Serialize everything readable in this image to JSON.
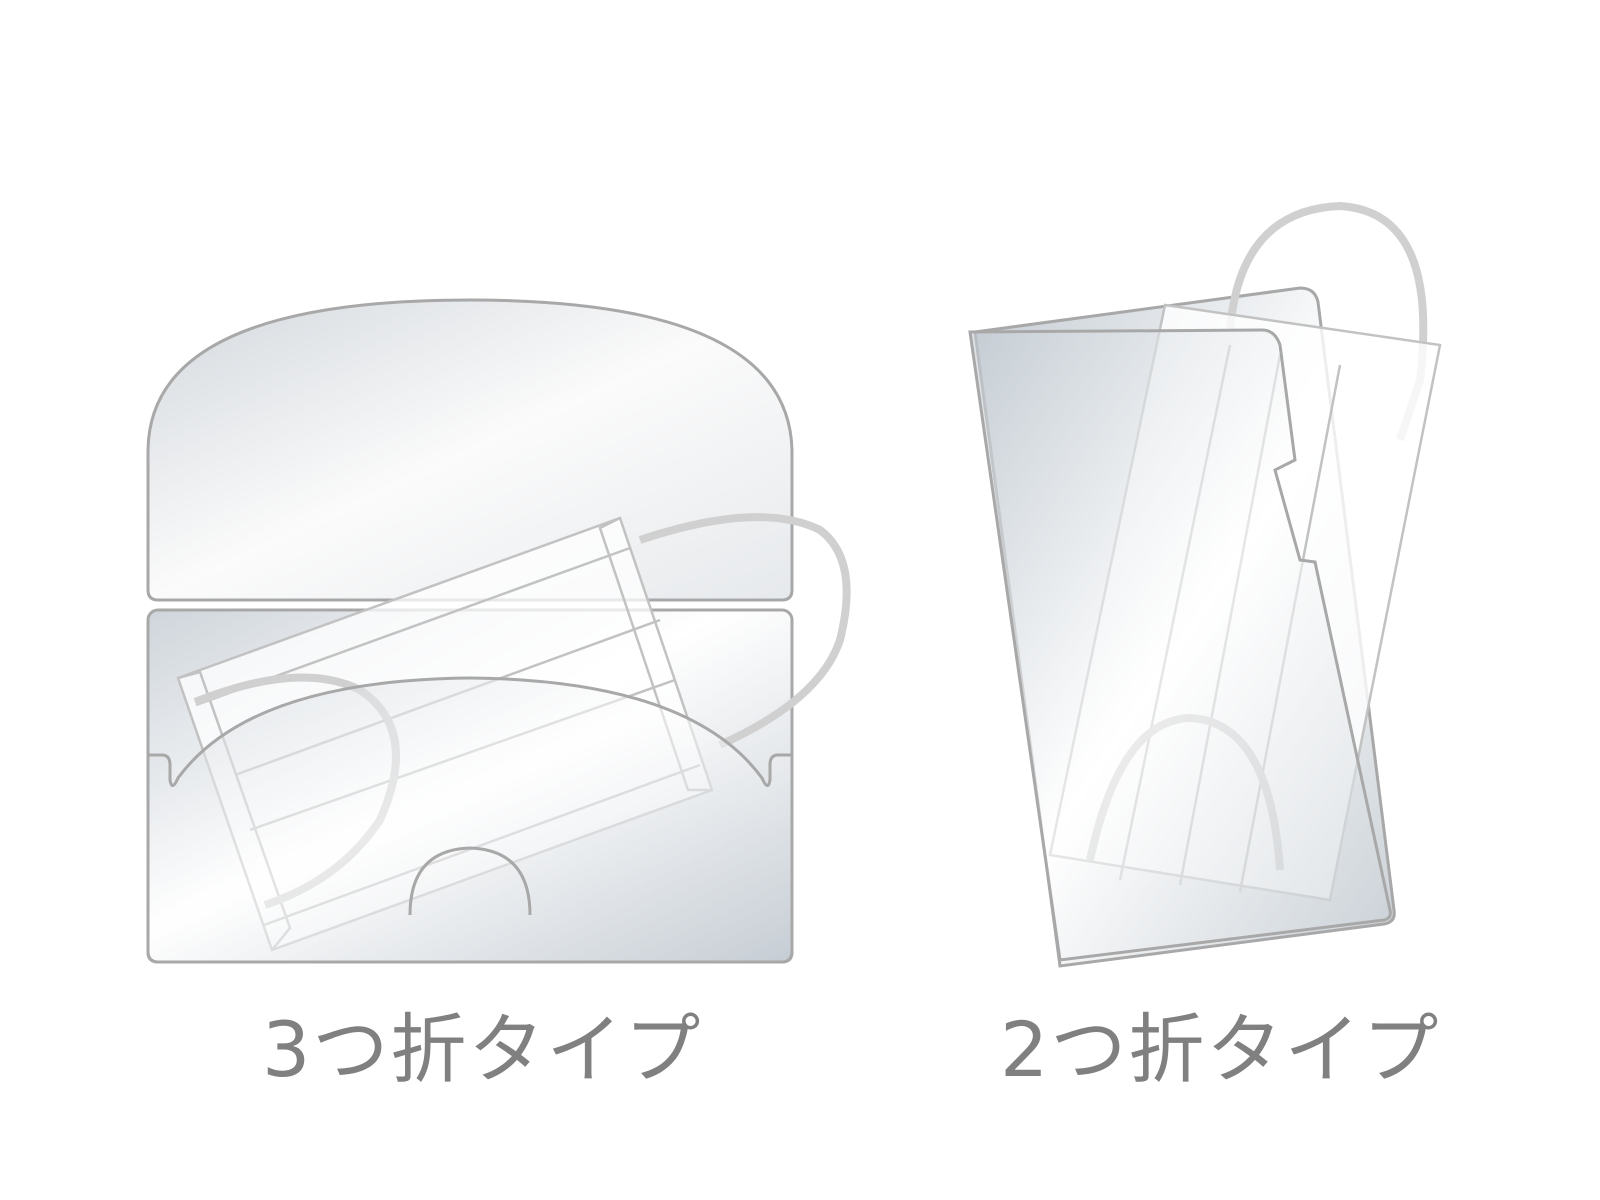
{
  "figure": {
    "description": "Illustration of two clear plastic mask holders",
    "colors": {
      "outline": "#a8a8a8",
      "mask_line": "#c8c8c8",
      "fill_shadow": "#c9d0d6",
      "fill_highlight": "#ffffff",
      "caption": "#808080"
    }
  },
  "items": [
    {
      "id": "tri-fold",
      "caption": "3つ折タイプ"
    },
    {
      "id": "bi-fold",
      "caption": "2つ折タイプ"
    }
  ]
}
